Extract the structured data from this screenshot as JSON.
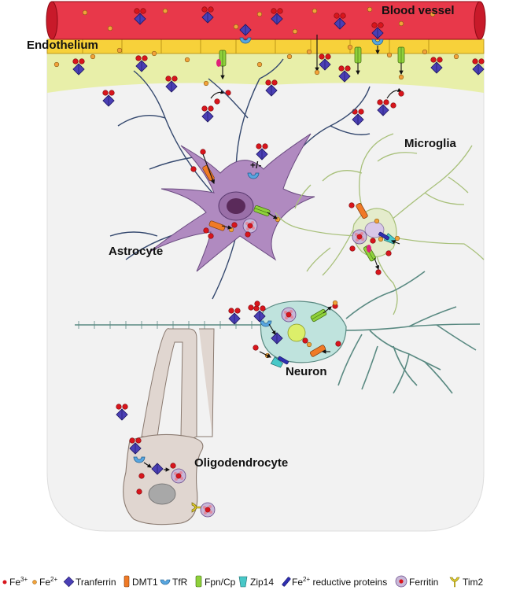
{
  "labels": {
    "blood_vessel": "Blood vessel",
    "endothelium": "Endothelium",
    "microglia": "Microglia",
    "astrocyte": "Astrocyte",
    "neuron": "Neuron",
    "oligodendrocyte": "Oligodendrocyte",
    "plus_minus": "+/-"
  },
  "legend": {
    "fe3": "Fe",
    "fe3_sup": "3+",
    "fe2": "Fe",
    "fe2_sup": "2+",
    "transferrin": "Tranferrin",
    "dmt1": "DMT1",
    "tfr": "TfR",
    "fpn_cp": "Fpn/Cp",
    "zip14": "Zip14",
    "reductive_prefix": "Fe",
    "reductive_sup": "2+",
    "reductive_suffix": " reductive proteins",
    "ferritin": "Ferritin",
    "tim2": "Tim2"
  },
  "colors": {
    "vessel": "#e8384a",
    "endothelium": "#f7d13a",
    "basement": "#e6ee9c",
    "brain": "#f2f2f2",
    "fe3": "#d8151c",
    "fe2": "#f2a23a",
    "transferrin": "#4a3fb5",
    "dmt1": "#f07a26",
    "tfr": "#57a6e0",
    "fpn": "#8fd13b",
    "zip14": "#48c8c8",
    "reductive": "#2f2fb0",
    "ferritin": "#c8b8d8",
    "tim2": "#e2d02a",
    "astrocyte": "#b08ac0",
    "astro_process": "#34486e",
    "microglia": "#e4eccc",
    "neuron": "#bfe3dd",
    "oligo": "#e0d6d0"
  }
}
